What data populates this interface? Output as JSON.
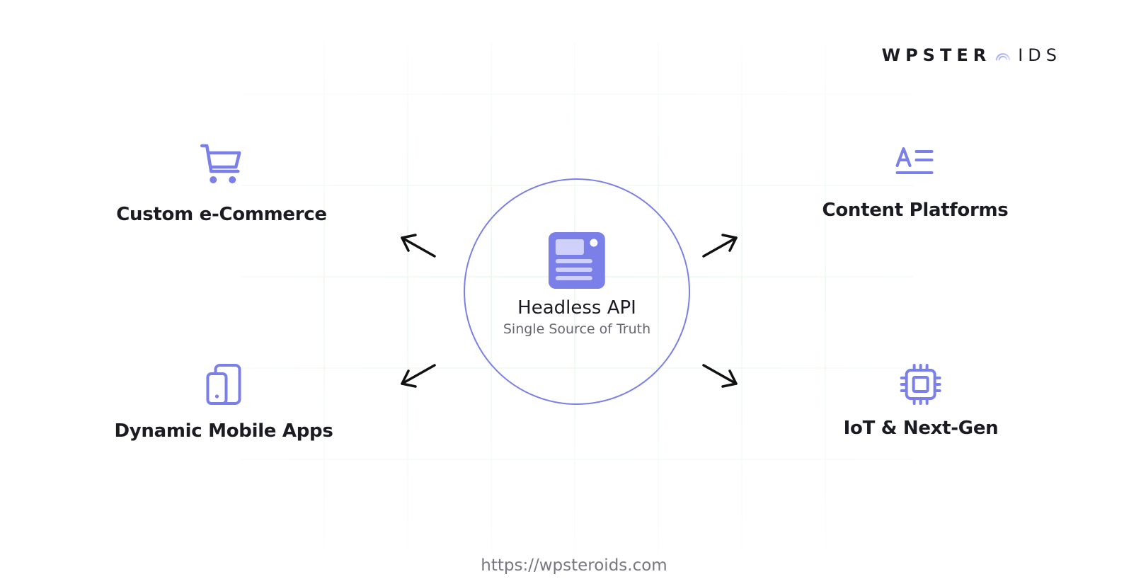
{
  "brand": {
    "logo_text_left": "WPSTER",
    "logo_text_right": "IDS",
    "accent_color": "#7b7fe8"
  },
  "hub": {
    "icon": "browser-window-icon",
    "title": "Headless API",
    "subtitle": "Single Source of Truth"
  },
  "nodes": [
    {
      "id": "ecommerce",
      "icon": "shopping-cart-icon",
      "label": "Custom e-Commerce"
    },
    {
      "id": "content",
      "icon": "text-format-icon",
      "label": "Content Platforms"
    },
    {
      "id": "mobile",
      "icon": "mobile-devices-icon",
      "label": "Dynamic Mobile Apps"
    },
    {
      "id": "iot",
      "icon": "cpu-chip-icon",
      "label": "IoT & Next-Gen"
    }
  ],
  "footer": {
    "url": "https://wpsteroids.com"
  }
}
